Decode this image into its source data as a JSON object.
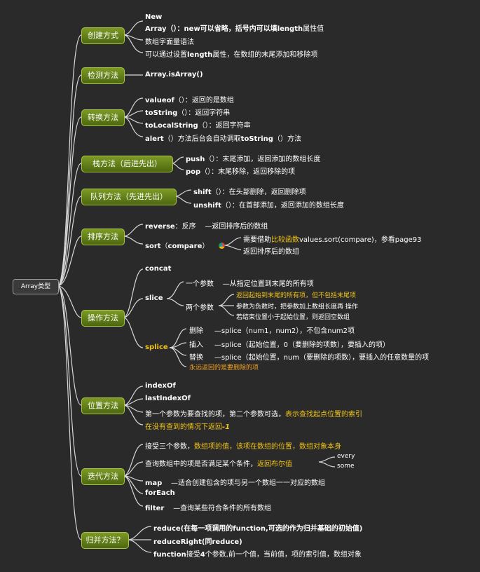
{
  "root": "Array类型",
  "branches": {
    "create": "创建方式",
    "detect": "检测方法",
    "convert": "转换方法",
    "stack": "栈方法（后进先出）",
    "queue": "队列方法（先进先出）",
    "sort": "排序方法",
    "operate": "操作方法",
    "position": "位置方法",
    "iterate": "迭代方法",
    "merge": "归并方法？"
  },
  "create": {
    "new_l1": "New",
    "new_l2a": "Array（）：new可以省略，括号内可以填",
    "new_l2b": "length",
    "new_l2c": "属性值",
    "literal": "数组字面量语法",
    "length_a": "可以通过设置",
    "length_b": "length",
    "length_c": "属性，在数组的末尾添加和移除项"
  },
  "detect": {
    "isarray": "Array.isArray()"
  },
  "convert": {
    "valueof_a": "valueof",
    "valueof_b": "（）：返回的是数组",
    "tostring_a": "toString",
    "tostring_b": "（）：返回字符串",
    "tolocal_a": "toLocalString",
    "tolocal_b": "（）：返回字符串",
    "alert_a": "alert",
    "alert_b": "（）方法后台会自动调取",
    "alert_c": "toString",
    "alert_d": "（）方法"
  },
  "stack": {
    "push_a": "push",
    "push_b": "（）：末尾添加，返回添加的数组长度",
    "pop_a": "pop",
    "pop_b": "（）：末尾移除，返回移除的项"
  },
  "queue": {
    "shift_a": "shift",
    "shift_b": "（）：在头部删除，返回删除项",
    "unshift_a": "unshift",
    "unshift_b": "（）：在首部添加，返回添加的数组长度"
  },
  "sort": {
    "reverse_a": "reverse",
    "reverse_b": "：反序",
    "reverse_c": "—返回排序后的数组",
    "sort_a": "sort",
    "sort_b": "（",
    "sort_c": "compare",
    "sort_d": "）",
    "need_a": "需要借助",
    "need_b": "比较函数",
    "need_c": "values.sort(compare)，参看page93",
    "ret": "返回排序后的数组"
  },
  "operate": {
    "concat": "concat",
    "slice": "slice",
    "one_param": "一个参数",
    "one_desc": "—从指定位置到末尾的所有项",
    "two_param": "两个参数",
    "two_d1": "返回起始到末尾的所有项，但不包括末尾项",
    "two_d2": "参数为负数时，把参数加上数组长度再 操作",
    "two_d3": "若结束位置小于起始位置，则返回空数组",
    "splice": "splice",
    "del": "删除",
    "del_desc": "—splice（num1，num2），不包含num2项",
    "ins": "插入",
    "ins_desc": "—splice（起始位置，0（要删除的项数），要插入的项）",
    "rep": "替换",
    "rep_desc": "—splice（起始位置，num（要删除的项数），要插入的任意数量的项",
    "always": "永远返回的是要删除的项"
  },
  "position": {
    "indexof": "indexOf",
    "lastindexof": "lastIndexOf",
    "p3a": "第一个参数为要查找的项，第二个参数可选，",
    "p3b": "表示查找起点位置的索引",
    "p4a": "在没有查到的情况下返回",
    "p4b": "-1"
  },
  "iterate": {
    "i1a": "接受三个参数，",
    "i1b": "数组项的值，该项在数组的位置，数组对象本身",
    "i2a": "查询数组中的项是否满足某个条件，",
    "i2b": "返回布尔值",
    "every": "every",
    "some": "some",
    "map_a": "map",
    "map_b": "—适合创建包含的项与另一个数组一一对应的数组",
    "foreach": "forEach",
    "filter_a": "filter",
    "filter_b": "—查询某些符合条件的所有数组"
  },
  "merge": {
    "reduce_a": "reduce(",
    "reduce_b": "在每一项调用的",
    "reduce_c": "function,",
    "reduce_d": "可选的作为归并基础的初始值",
    "reduce_e": ")",
    "rr_a": "reduceRight(",
    "rr_b": "同",
    "rr_c": "reduce)",
    "fn_a": "function",
    "fn_b": "接受",
    "fn_c": "4",
    "fn_d": "个参数,前一个值，当前值，项的索引值，数组对象"
  }
}
